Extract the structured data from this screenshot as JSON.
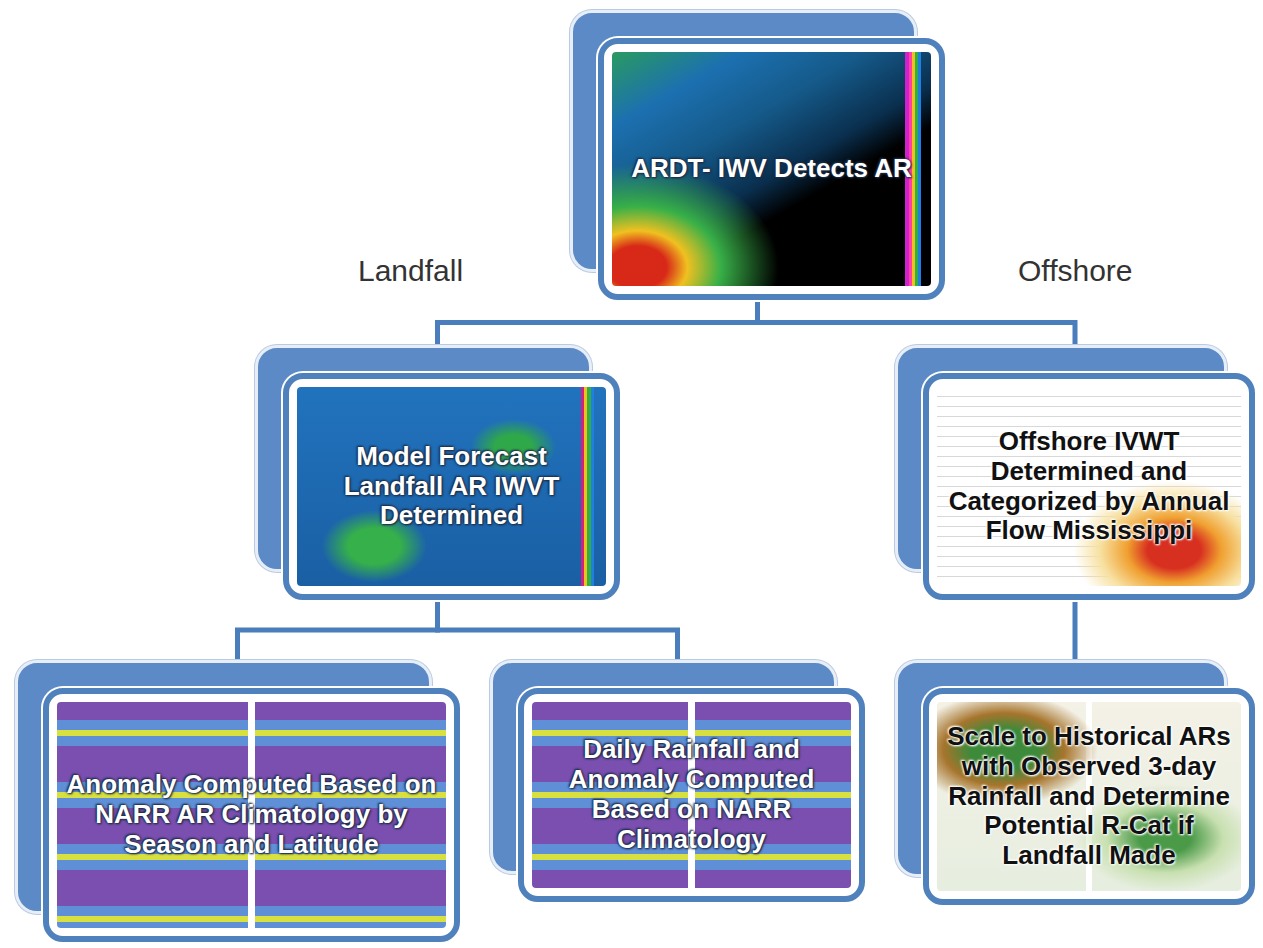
{
  "diagram": {
    "nodes": [
      {
        "text": [
          "ARDT- IWV Detects AR"
        ]
      },
      {
        "text": [
          "Model Forecast Landfall AR IWVT Determined"
        ]
      },
      {
        "text": [
          "Offshore IVWT Determined and Categorized by Annual Flow Mississippi"
        ]
      },
      {
        "text": [
          "Anomaly Computed Based on NARR AR Climatology by Season and Latitude"
        ]
      },
      {
        "text": [
          "Daily Rainfall and Anomaly Computed Based on NARR Climatology"
        ]
      },
      {
        "text": [
          "Scale to Historical ARs with Observed 3-day Rainfall and Determine Potential R-Cat if Landfall Made"
        ]
      }
    ],
    "edges": [
      {
        "from": 0,
        "to": 1,
        "arrow": "none"
      },
      {
        "from": 0,
        "to": 2,
        "arrow": "none"
      },
      {
        "from": 1,
        "to": 3,
        "arrow": "none"
      },
      {
        "from": 1,
        "to": 4,
        "arrow": "none"
      },
      {
        "from": 2,
        "to": 5,
        "arrow": "none"
      }
    ],
    "labels": [
      "Landfall",
      "Offshore"
    ]
  }
}
